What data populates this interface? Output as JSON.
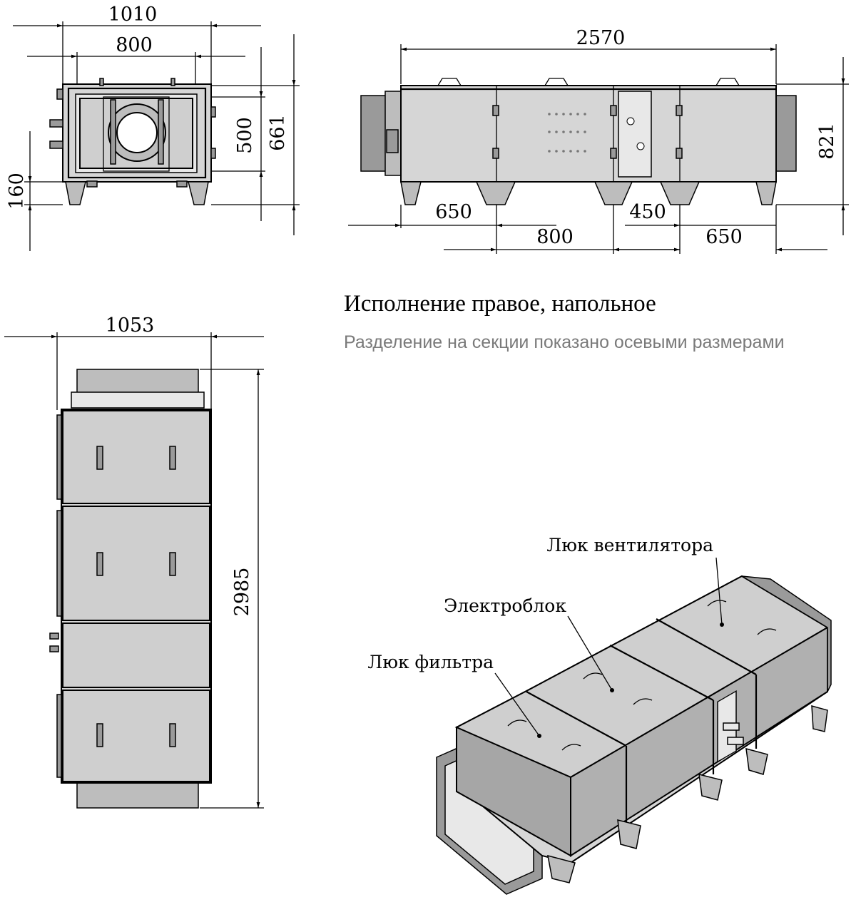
{
  "dimensions": {
    "front": {
      "width_outer": "1010",
      "width_inner": "800",
      "height_inner": "500",
      "height_total": "661",
      "leg_height": "160"
    },
    "side": {
      "length_total": "2570",
      "height_total": "821",
      "section_1": "650",
      "section_2": "800",
      "section_3": "450",
      "section_4": "650"
    },
    "top": {
      "width": "1053",
      "length": "2985"
    }
  },
  "caption": {
    "title": "Исполнение правое, напольное",
    "subtitle": "Разделение на секции показано осевыми размерами"
  },
  "callouts": {
    "fan_hatch": "Люк вентилятора",
    "electrical_block": "Электроблок",
    "filter_hatch": "Люк фильтра"
  },
  "colors": {
    "line": "#000000",
    "panel": "#cfcfcf",
    "subtitle": "#7a7a7a"
  }
}
